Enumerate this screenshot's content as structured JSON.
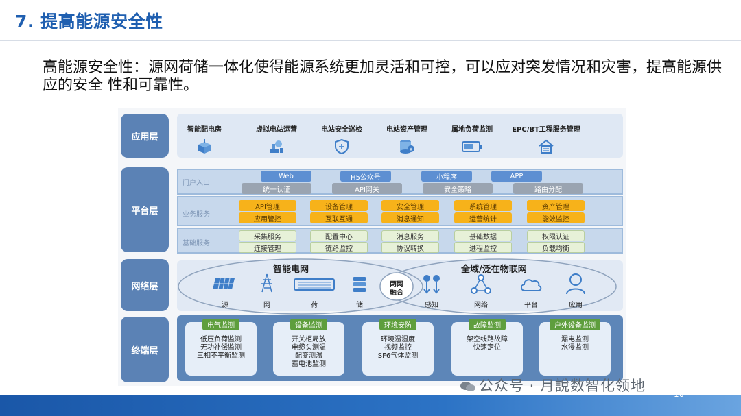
{
  "slide": {
    "title": "7. 提高能源安全性",
    "subtitle": "高能源安全性：源网荷储一体化使得能源系统更加灵活和可控，可以应对突发情况和灾害，提高能源供应的安全 性和可靠性。",
    "page_number": "10"
  },
  "layers": {
    "application": "应用层",
    "platform": "平台层",
    "network": "网络层",
    "terminal": "终端层"
  },
  "applications": [
    {
      "label": "智能配电房",
      "icon": "substation-box-icon"
    },
    {
      "label": "虚拟电站运营",
      "icon": "robot-arm-icon"
    },
    {
      "label": "电站安全巡检",
      "icon": "shield-icon"
    },
    {
      "label": "电站资产管理",
      "icon": "database-icon"
    },
    {
      "label": "属地负荷监测",
      "icon": "battery-icon"
    },
    {
      "label": "EPC/BT工程服务管理",
      "icon": "house-icon"
    }
  ],
  "platform": {
    "portal": {
      "label": "门户入口",
      "entries": [
        "Web",
        "H5公众号",
        "小程序",
        "APP"
      ],
      "gateway": [
        "统一认证",
        "API网关",
        "安全策略",
        "路由分配"
      ]
    },
    "business": {
      "label": "业务服务",
      "top": [
        "API管理",
        "设备管理",
        "安全管理",
        "系统管理",
        "资产管理"
      ],
      "bottom": [
        "应用管控",
        "互联互通",
        "消息通知",
        "运营统计",
        "能效监控"
      ]
    },
    "foundation": {
      "label": "基础服务",
      "top": [
        "采集服务",
        "配置中心",
        "消息服务",
        "基础数据",
        "权限认证"
      ],
      "bottom": [
        "连接管理",
        "链路监控",
        "协议转换",
        "进程监控",
        "负载均衡"
      ]
    }
  },
  "network": {
    "left_title": "智能电网",
    "right_title": "全域/泛在物联网",
    "center": "两网融合",
    "grid_items": [
      "源",
      "网",
      "荷",
      "储"
    ],
    "iot_items": [
      "感知",
      "网络",
      "平台",
      "应用"
    ]
  },
  "terminal": [
    {
      "tag": "电气监测",
      "lines": [
        "低压负荷监测",
        "无功补偿监测",
        "三相不平衡监测"
      ]
    },
    {
      "tag": "设备监测",
      "lines": [
        "开关柜局放",
        "电缆头测温",
        "配变测温",
        "蓄电池监测"
      ]
    },
    {
      "tag": "环境安防",
      "lines": [
        "环境温湿度",
        "视频监控",
        "SF6气体监测"
      ]
    },
    {
      "tag": "故障监测",
      "lines": [
        "架空线路故障",
        "快速定位"
      ]
    },
    {
      "tag": "户外设备监测",
      "lines": [
        "漏电监测",
        "水浸监测"
      ]
    }
  ],
  "watermark": "公众号 · 月說数智化领地",
  "colors": {
    "title_blue": "#1f5fb0",
    "layer_label": "#5b82b5",
    "orange_chip": "#f7b21a",
    "green_tag": "#5e9e3d"
  }
}
